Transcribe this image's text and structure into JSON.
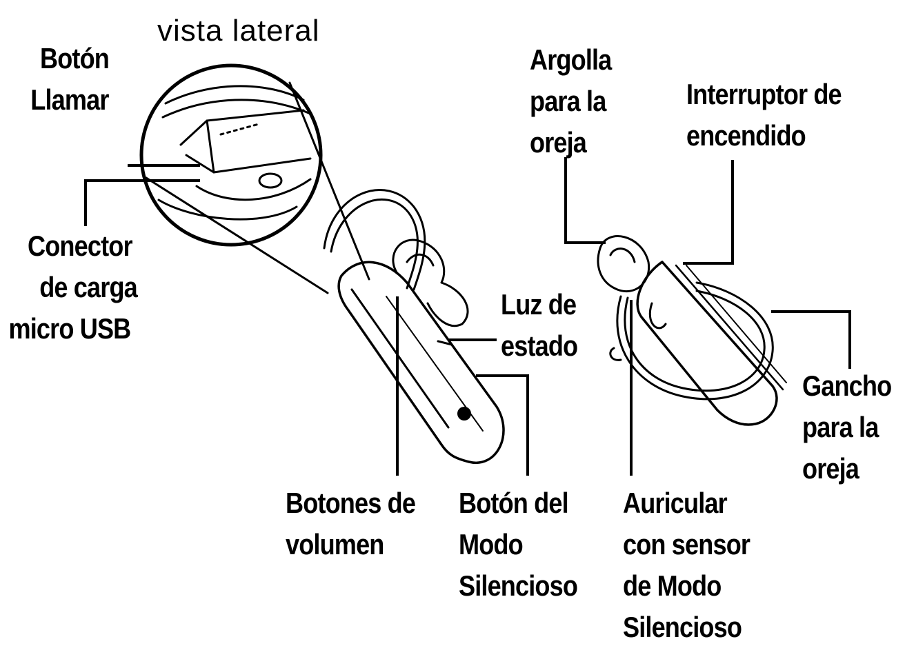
{
  "title": "vista lateral",
  "labels": {
    "call_button": [
      "Botón",
      "Llamar"
    ],
    "charging_connector": [
      "Conector",
      "de carga",
      "micro USB"
    ],
    "volume_buttons": [
      "Botones de",
      "volumen"
    ],
    "mute_button": [
      "Botón del",
      "Modo",
      "Silencioso"
    ],
    "status_light": [
      "Luz de",
      "estado"
    ],
    "ear_loop": [
      "Argolla",
      "para la",
      "oreja"
    ],
    "power_switch": [
      "Interruptor de",
      "encendido"
    ],
    "earpiece_sensor": [
      "Auricular",
      "con sensor",
      "de Modo",
      "Silencioso"
    ],
    "ear_hook": [
      "Gancho",
      "para la",
      "oreja"
    ]
  }
}
